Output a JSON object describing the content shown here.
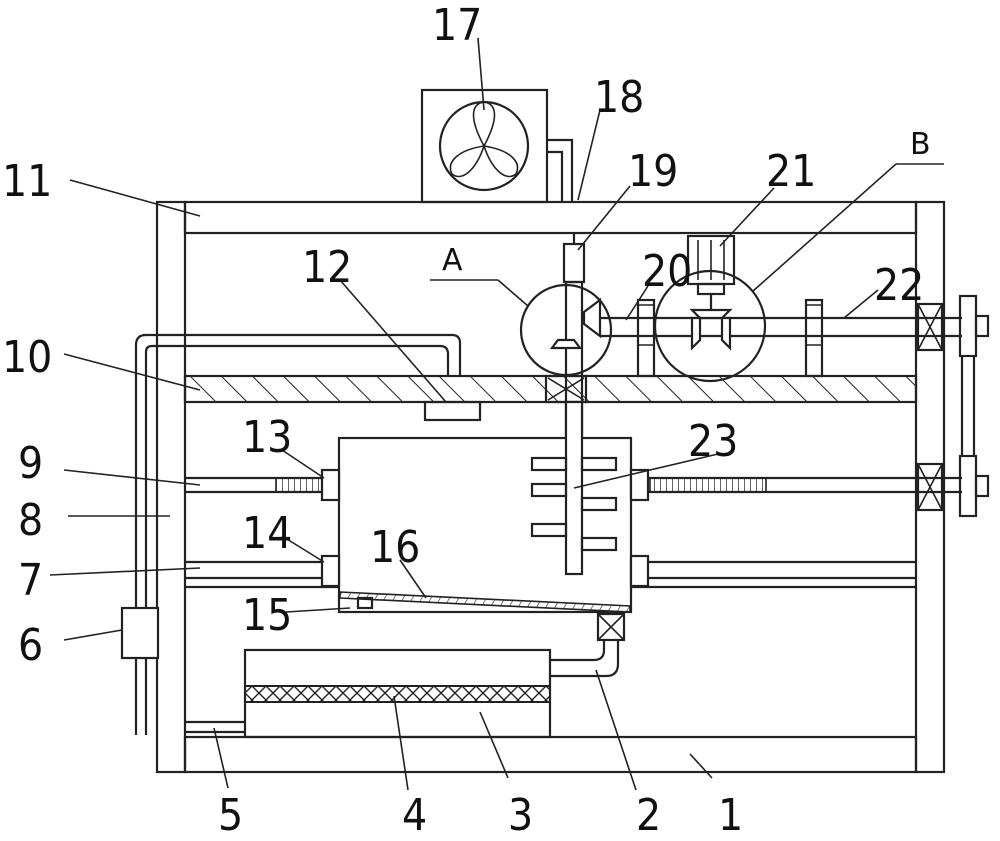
{
  "diagram": {
    "labels": {
      "l1": "1",
      "l2": "2",
      "l3": "3",
      "l4": "4",
      "l5": "5",
      "l6": "6",
      "l7": "7",
      "l8": "8",
      "l9": "9",
      "l10": "10",
      "l11": "11",
      "l12": "12",
      "l13": "13",
      "l14": "14",
      "l15": "15",
      "l16": "16",
      "l17": "17",
      "l18": "18",
      "l19": "19",
      "l20": "20",
      "l21": "21",
      "l22": "22",
      "l23": "23",
      "lA": "A",
      "lB": "B"
    }
  }
}
